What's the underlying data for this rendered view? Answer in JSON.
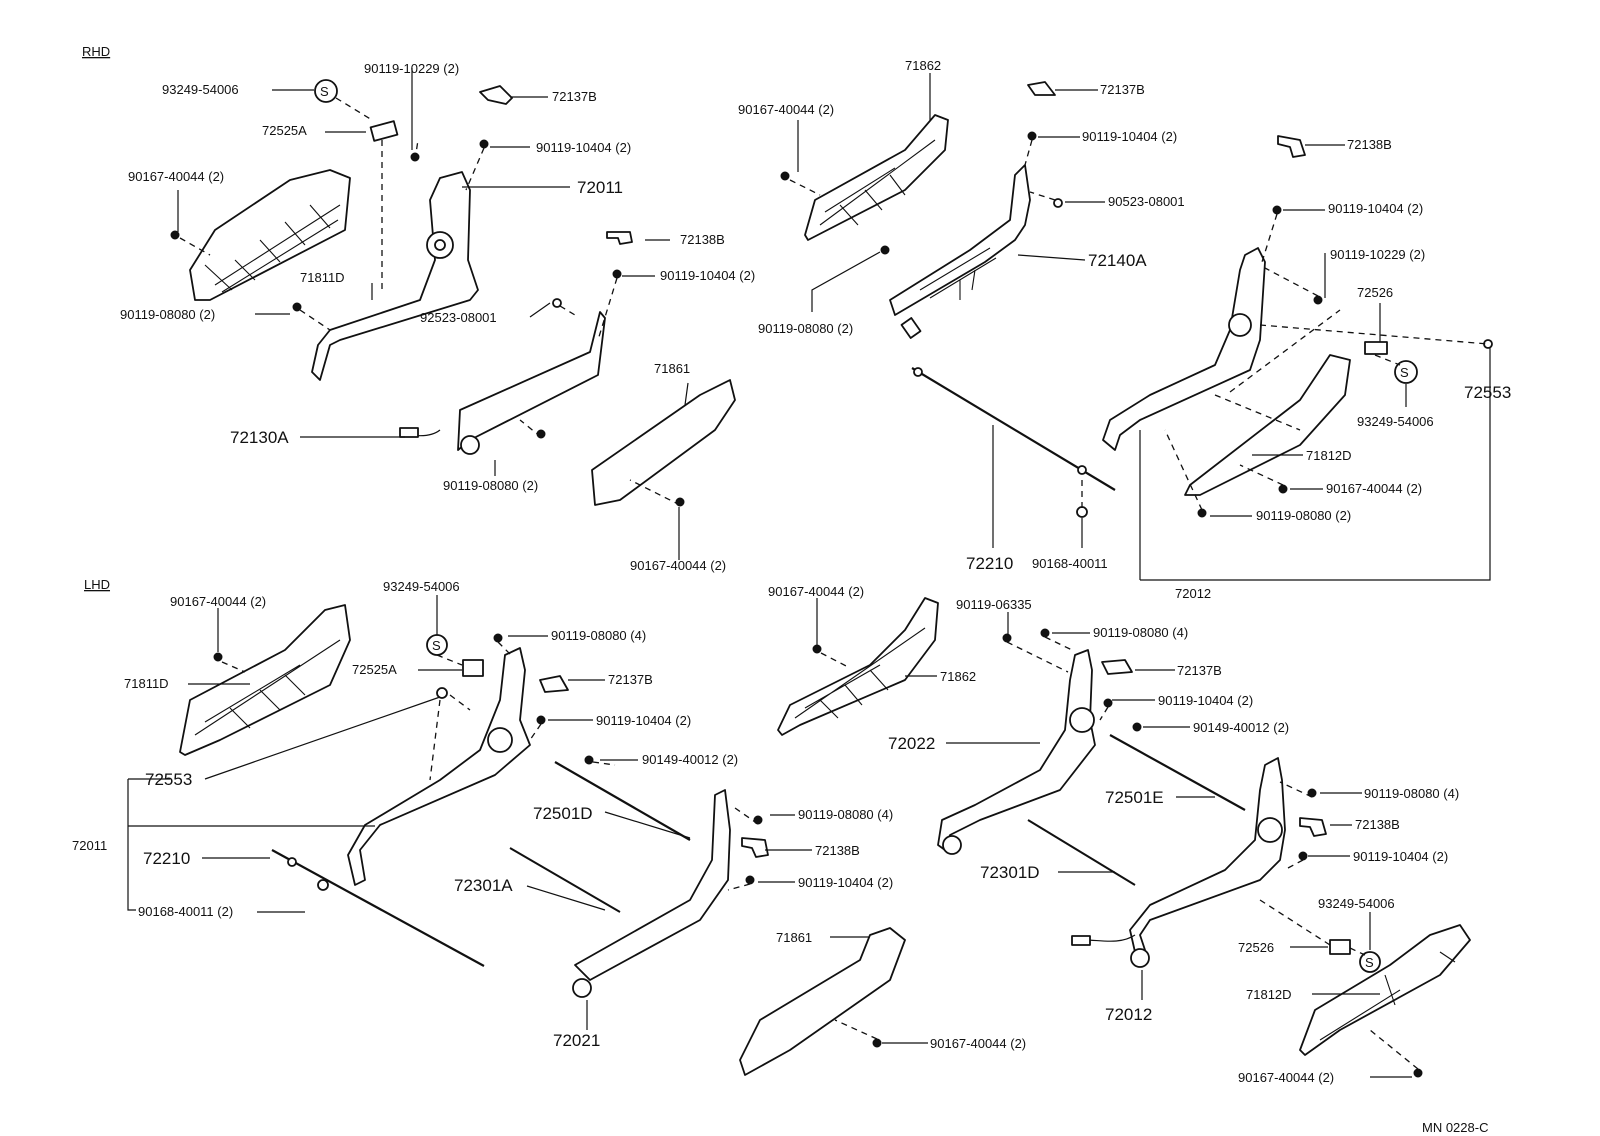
{
  "sections": {
    "rhd": "RHD",
    "lhd": "LHD"
  },
  "footer": {
    "code": "MN  0228-C"
  },
  "rhd": {
    "left": {
      "l_93249": "93249-54006",
      "l_90119_10229": "90119-10229 (2)",
      "l_72137B": "72137B",
      "l_72525A": "72525A",
      "l_90119_10404_a": "90119-10404 (2)",
      "l_90167_a": "90167-40044 (2)",
      "l_72011": "72011",
      "l_71811D": "71811D",
      "l_72138B": "72138B",
      "l_90119_08080_a": "90119-08080 (2)",
      "l_90119_10404_b": "90119-10404 (2)",
      "l_92523": "92523-08001",
      "l_71861": "71861",
      "l_72130A": "72130A",
      "l_90119_08080_b": "90119-08080 (2)",
      "l_90167_b": "90167-40044 (2)"
    },
    "right": {
      "l_71862": "71862",
      "l_72137B": "72137B",
      "l_90167": "90167-40044 (2)",
      "l_90119_10404_a": "90119-10404 (2)",
      "l_72138B": "72138B",
      "l_90523": "90523-08001",
      "l_90119_10404_b": "90119-10404 (2)",
      "l_72140A": "72140A",
      "l_90119_10229": "90119-10229 (2)",
      "l_90119_08080_a": "90119-08080 (2)",
      "l_72526": "72526",
      "l_72553": "72553",
      "l_93249": "93249-54006",
      "l_71812D": "71812D",
      "l_90167_b": "90167-40044 (2)",
      "l_90119_08080_b": "90119-08080 (2)",
      "l_72210": "72210",
      "l_90168": "90168-40011",
      "l_72012": "72012"
    }
  },
  "lhd": {
    "left": {
      "l_90167": "90167-40044 (2)",
      "l_93249": "93249-54006",
      "l_90119_08080": "90119-08080 (4)",
      "l_71811D": "71811D",
      "l_72525A": "72525A",
      "l_72137B": "72137B",
      "l_90119_10404": "90119-10404 (2)",
      "l_72553": "72553",
      "l_90149": "90149-40012 (2)",
      "l_72011": "72011",
      "l_72501D": "72501D",
      "l_90119_08080_b": "90119-08080 (4)",
      "l_72210": "72210",
      "l_72138B": "72138B",
      "l_72301A": "72301A",
      "l_90119_10404_b": "90119-10404 (2)",
      "l_90168": "90168-40011 (2)",
      "l_71861": "71861",
      "l_72021": "72021",
      "l_90167_b": "90167-40044 (2)"
    },
    "right": {
      "l_90167": "90167-40044 (2)",
      "l_90119_06335": "90119-06335",
      "l_90119_08080": "90119-08080 (4)",
      "l_72137B": "72137B",
      "l_71862": "71862",
      "l_90119_10404": "90119-10404  (2)",
      "l_72022": "72022",
      "l_90149": "90149-40012 (2)",
      "l_72501E": "72501E",
      "l_90119_08080_b": "90119-08080 (4)",
      "l_72138B": "72138B",
      "l_90119_10404_b": "90119-10404 (2)",
      "l_72301D": "72301D",
      "l_93249": "93249-54006",
      "l_72526": "72526",
      "l_72012": "72012",
      "l_71812D": "71812D",
      "l_90167_b": "90167-40044 (2)"
    }
  }
}
